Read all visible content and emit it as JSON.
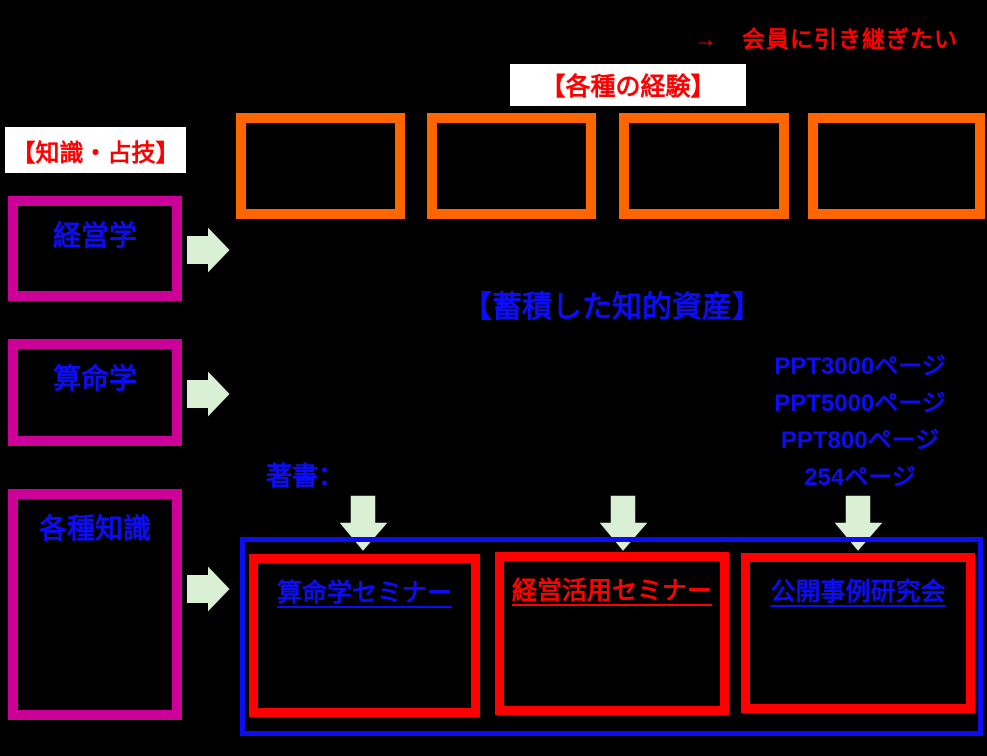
{
  "note": {
    "text": "→　会員に引き継ぎたい"
  },
  "experience": {
    "title": "【各種の経験】"
  },
  "knowledge": {
    "title": "【知識・占技】",
    "items": [
      {
        "label": "経営学"
      },
      {
        "label": "算命学"
      },
      {
        "label": "各種知識"
      }
    ]
  },
  "assets": {
    "title": "【蓄積した知的資産】",
    "author_label": "著書：",
    "pages": [
      "PPT3000ページ",
      "PPT5000ページ",
      "PPT800ページ",
      "254ページ"
    ]
  },
  "seminars": [
    {
      "label": "算命学セミナー"
    },
    {
      "label": "経営活用セミナー"
    },
    {
      "label": "公開事例研究会"
    }
  ],
  "icons": {
    "right_arrow": "right-arrow",
    "down_arrow": "down-arrow"
  },
  "colors": {
    "background": "#000000",
    "magenta_border": "#cc0099",
    "orange_border": "#ff6600",
    "red": "#ff0000",
    "blue": "#0d0df5",
    "pale_green_arrow": "#d9f0d4",
    "white_plate": "#ffffff"
  }
}
